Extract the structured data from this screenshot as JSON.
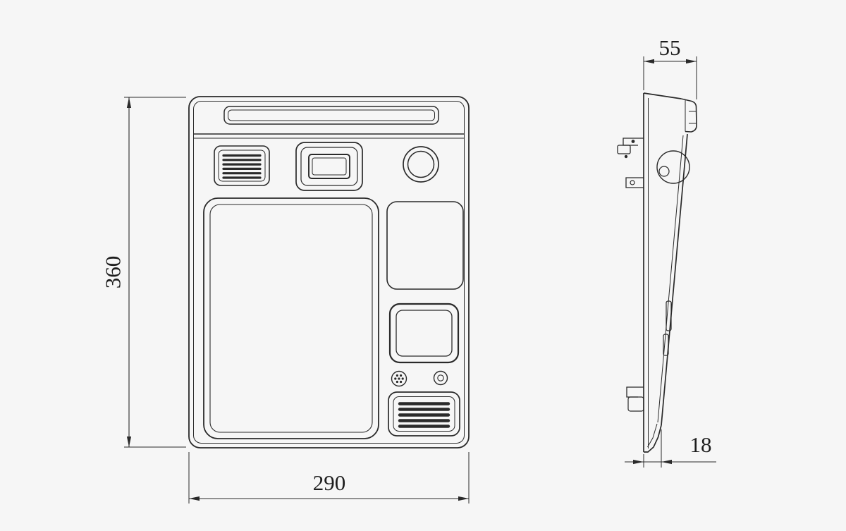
{
  "colors": {
    "background": "#f6f6f6",
    "line": "#2a2a2a"
  },
  "dimensions": {
    "front_height": "360",
    "front_width": "290",
    "side_depth_top": "55",
    "side_depth_bottom": "18"
  }
}
